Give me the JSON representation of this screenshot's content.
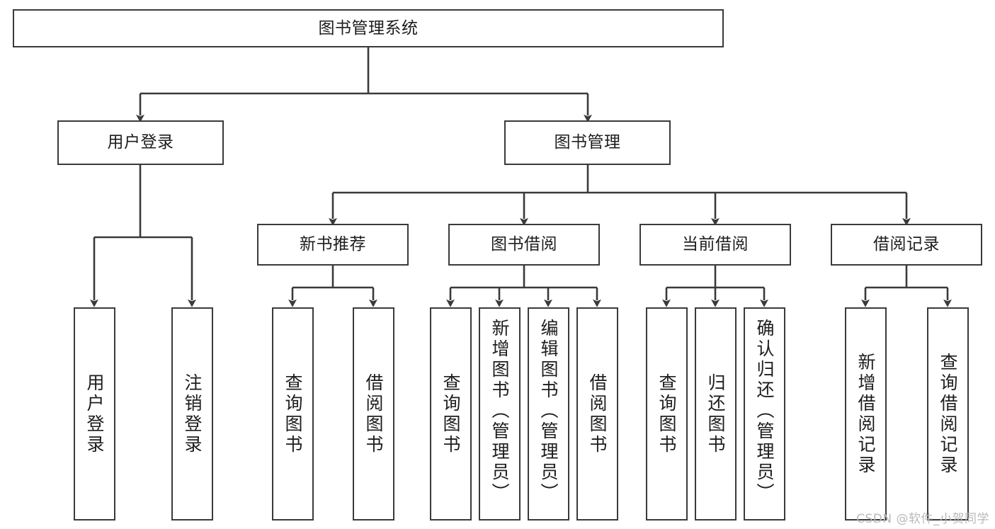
{
  "diagram": {
    "title": "图书管理系统",
    "type": "tree-hierarchy",
    "root": "图书管理系统",
    "levels": 4,
    "watermark": "CSDN @软件_小贺同学",
    "colors": {
      "background": "#ffffff",
      "node_border": "#3a3a3a",
      "node_fill": "#ffffff",
      "edge": "#3a3a3a",
      "text": "#1d1d1d",
      "watermark": "#b9b9b9"
    }
  },
  "nodes": {
    "root": {
      "label": "图书管理系统"
    },
    "level2": [
      {
        "id": "user-login",
        "label": "用户登录"
      },
      {
        "id": "book-manage",
        "label": "图书管理"
      }
    ],
    "level3": [
      {
        "id": "new-book-recommend",
        "label": "新书推荐"
      },
      {
        "id": "book-borrow",
        "label": "图书借阅"
      },
      {
        "id": "current-borrow",
        "label": "当前借阅"
      },
      {
        "id": "borrow-record",
        "label": "借阅记录"
      }
    ],
    "leaves": {
      "user_login": [
        {
          "id": "leaf-user-login",
          "label": "用户登录"
        },
        {
          "id": "leaf-logout-login",
          "label": "注销登录"
        }
      ],
      "new_book_recommend": [
        {
          "id": "leaf-query-book-1",
          "label": "查询图书"
        },
        {
          "id": "leaf-borrow-book-1",
          "label": "借阅图书"
        }
      ],
      "book_borrow": [
        {
          "id": "leaf-query-book-2",
          "label": "查询图书"
        },
        {
          "id": "leaf-add-book",
          "label": "新增图书（管理员）"
        },
        {
          "id": "leaf-edit-book",
          "label": "编辑图书（管理员）"
        },
        {
          "id": "leaf-borrow-book-2",
          "label": "借阅图书"
        }
      ],
      "current_borrow": [
        {
          "id": "leaf-query-book-3",
          "label": "查询图书"
        },
        {
          "id": "leaf-return-book",
          "label": "归还图书"
        },
        {
          "id": "leaf-confirm-return",
          "label": "确认归还（管理员）"
        }
      ],
      "borrow_record": [
        {
          "id": "leaf-add-record",
          "label": "新增借阅记录"
        },
        {
          "id": "leaf-query-record",
          "label": "查询借阅记录"
        }
      ]
    }
  },
  "edges": [
    {
      "from": "图书管理系统",
      "to": "用户登录"
    },
    {
      "from": "图书管理系统",
      "to": "图书管理"
    },
    {
      "from": "用户登录",
      "to": "用户登录"
    },
    {
      "from": "用户登录",
      "to": "注销登录"
    },
    {
      "from": "图书管理",
      "to": "新书推荐"
    },
    {
      "from": "图书管理",
      "to": "图书借阅"
    },
    {
      "from": "图书管理",
      "to": "当前借阅"
    },
    {
      "from": "图书管理",
      "to": "借阅记录"
    },
    {
      "from": "新书推荐",
      "to": "查询图书"
    },
    {
      "from": "新书推荐",
      "to": "借阅图书"
    },
    {
      "from": "图书借阅",
      "to": "查询图书"
    },
    {
      "from": "图书借阅",
      "to": "新增图书（管理员）"
    },
    {
      "from": "图书借阅",
      "to": "编辑图书（管理员）"
    },
    {
      "from": "图书借阅",
      "to": "借阅图书"
    },
    {
      "from": "当前借阅",
      "to": "查询图书"
    },
    {
      "from": "当前借阅",
      "to": "归还图书"
    },
    {
      "from": "当前借阅",
      "to": "确认归还（管理员）"
    },
    {
      "from": "借阅记录",
      "to": "新增借阅记录"
    },
    {
      "from": "借阅记录",
      "to": "查询借阅记录"
    }
  ]
}
